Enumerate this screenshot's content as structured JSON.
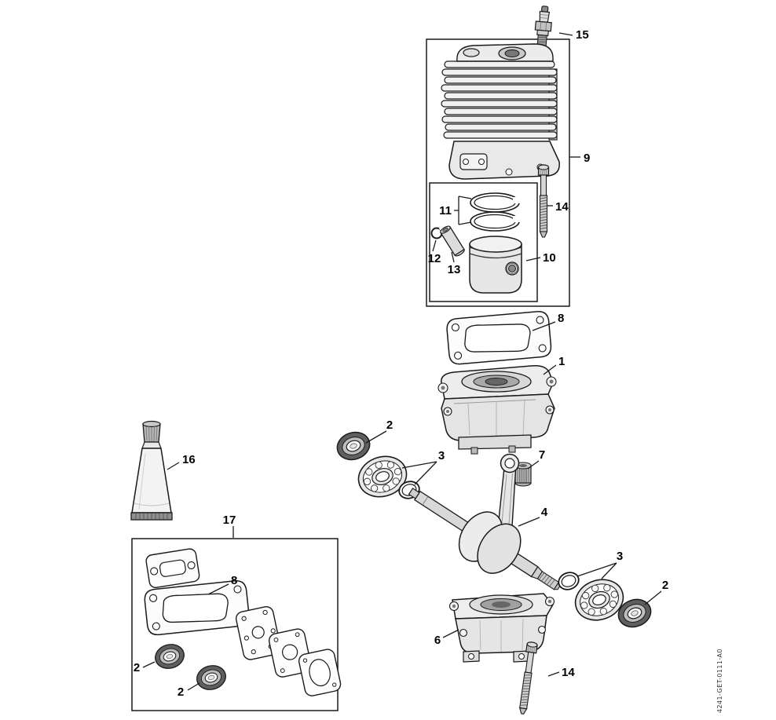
{
  "diagram": {
    "drawing_number": "4241-GET-0111-A0",
    "callouts": {
      "crankcase": "1",
      "seal_left": "2",
      "seal_right": "2",
      "seal_box_first": "2",
      "seal_box_second": "2",
      "bearing_left": "3",
      "bearing_right": "3",
      "crankshaft": "4",
      "engine_pan": "6",
      "needle_cage": "7",
      "gasket_top": "8",
      "gasket_box": "8",
      "cylinder": "9",
      "piston": "10",
      "piston_rings": "11",
      "circlip": "12",
      "wrist_pin": "13",
      "screw_top": "14",
      "screw_bottom": "14",
      "spark_plug": "15",
      "sealant": "16",
      "gasket_set": "17"
    }
  }
}
